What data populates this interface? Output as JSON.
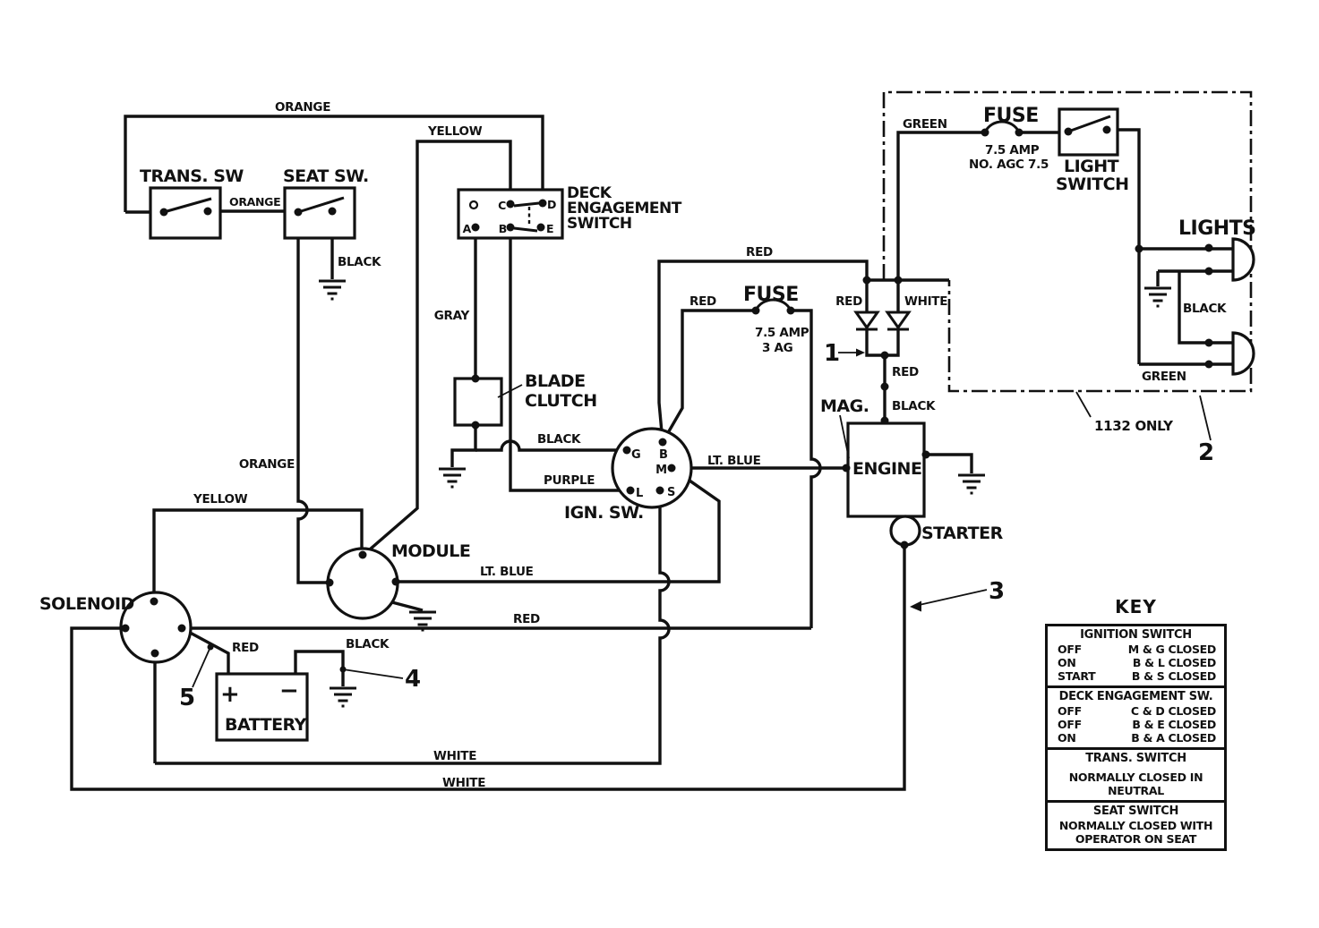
{
  "diagram": {
    "wire_labels": {
      "orange_top": "ORANGE",
      "yellow_top": "YELLOW",
      "orange_mid": "ORANGE",
      "black_seat": "BLACK",
      "gray": "GRAY",
      "black_ign": "BLACK",
      "purple": "PURPLE",
      "red_top": "RED",
      "red_fuse": "RED",
      "red_diode": "RED",
      "white_diode": "WHITE",
      "red_mag": "RED",
      "black_mag": "BLACK",
      "green_top": "GREEN",
      "black_lights": "BLACK",
      "green_lights": "GREEN",
      "lt_blue_upper": "LT. BLUE",
      "lt_blue_lower": "LT. BLUE",
      "red_lower": "RED",
      "yellow_left": "YELLOW",
      "orange_left": "ORANGE",
      "red_battery": "RED",
      "black_battery": "BLACK",
      "white_1": "WHITE",
      "white_2": "WHITE"
    },
    "components": {
      "trans_sw": "TRANS. SW",
      "seat_sw": "SEAT SW.",
      "deck_1": "DECK",
      "deck_2": "ENGAGEMENT",
      "deck_3": "SWITCH",
      "blade_1": "BLADE",
      "blade_2": "CLUTCH",
      "ign_sw": "IGN. SW.",
      "fuse_ign": "FUSE",
      "fuse_ign_rating": "7.5 AMP",
      "fuse_ign_type": "3 AG",
      "fuse_light": "FUSE",
      "fuse_light_rating": "7.5 AMP",
      "fuse_light_part": "NO. AGC 7.5",
      "light_switch_1": "LIGHT",
      "light_switch_2": "SWITCH",
      "lights": "LIGHTS",
      "mag": "MAG.",
      "engine": "ENGINE",
      "starter": "STARTER",
      "module": "MODULE",
      "solenoid": "SOLENOID",
      "battery": "BATTERY",
      "battery_plus": "+",
      "battery_minus": "−",
      "note_1132": "1132 ONLY"
    },
    "ign_terminals": {
      "g": "G",
      "b": "B",
      "m": "M",
      "l": "L",
      "s": "S"
    },
    "deck_terminals": {
      "a": "A",
      "b": "B",
      "c": "C",
      "d": "D",
      "e": "E"
    },
    "callouts": {
      "n1": "1",
      "n2": "2",
      "n3": "3",
      "n4": "4",
      "n5": "5"
    }
  },
  "key": {
    "title": "KEY",
    "ignition": {
      "header": "IGNITION SWITCH",
      "rows": [
        [
          "OFF",
          "M & G CLOSED"
        ],
        [
          "ON",
          "B & L CLOSED"
        ],
        [
          "START",
          "B & S CLOSED"
        ]
      ]
    },
    "deck": {
      "header": "DECK ENGAGEMENT SW.",
      "rows": [
        [
          "OFF",
          "C & D CLOSED"
        ],
        [
          "OFF",
          "B & E CLOSED"
        ],
        [
          "ON",
          "B & A CLOSED"
        ]
      ]
    },
    "trans": {
      "header": "TRANS. SWITCH",
      "body": [
        "NORMALLY CLOSED IN",
        "NEUTRAL"
      ]
    },
    "seat": {
      "header": "SEAT SWITCH",
      "body": [
        "NORMALLY CLOSED WITH",
        "OPERATOR ON SEAT"
      ]
    }
  }
}
